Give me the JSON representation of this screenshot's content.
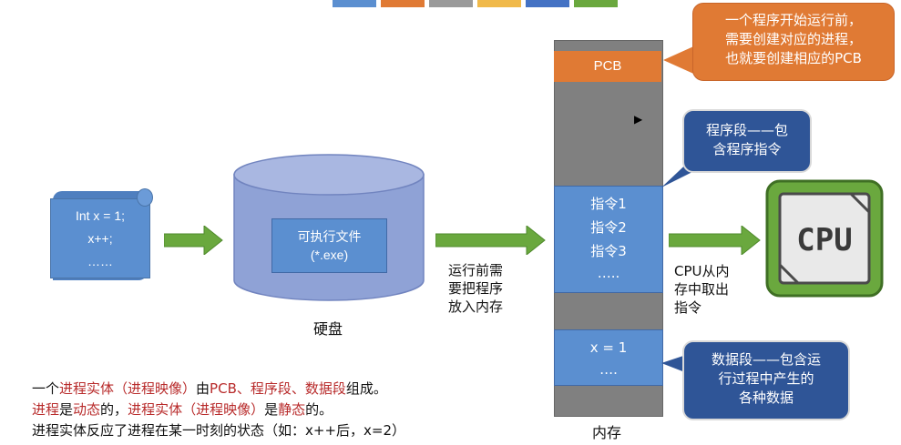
{
  "program": {
    "line1": "Int x = 1;",
    "line2": "x++;",
    "line3": "……"
  },
  "disk": {
    "exe_line1": "可执行文件",
    "exe_line2": "(*.exe)",
    "label": "硬盘"
  },
  "load_note": {
    "line1": "运行前需",
    "line2": "要把程序",
    "line3": "放入内存"
  },
  "memory": {
    "pcb": "PCB",
    "instr1": "指令1",
    "instr2": "指令2",
    "instr3": "指令3",
    "instr_more": "…..",
    "data1": "x = 1",
    "data_more": "….",
    "label": "内存"
  },
  "cpu_note": {
    "line1": "CPU从内",
    "line2": "存中取出",
    "line3": "指令"
  },
  "cpu": {
    "label": "CPU"
  },
  "callouts": {
    "pcb_line1": "一个程序开始运行前，",
    "pcb_line2": "需要创建对应的进程，",
    "pcb_line3": "也就要创建相应的PCB",
    "code_line1": "程序段——包",
    "code_line2": "含程序指令",
    "data_line1": "数据段——包含运",
    "data_line2": "行过程中产生的",
    "data_line3": "各种数据"
  },
  "summary": {
    "l1_a": "一个",
    "l1_b": "进程实体（进程映像）",
    "l1_c": "由",
    "l1_d": "PCB、程序段、数据段",
    "l1_e": "组成。",
    "l2_a": "进程",
    "l2_b": "是",
    "l2_c": "动态",
    "l2_d": "的，",
    "l2_e": "进程实体（进程映像）",
    "l2_f": "是",
    "l2_g": "静态",
    "l2_h": "的。",
    "l3": "进程实体反应了进程在某一时刻的状态（如：x++后，x=2）"
  },
  "colors": {
    "blue": "#5b8fd0",
    "orange": "#e07a34",
    "green": "#6aa83e",
    "gray": "#808080",
    "callout_blue": "#2f5597",
    "red_text": "#b82b2b"
  }
}
